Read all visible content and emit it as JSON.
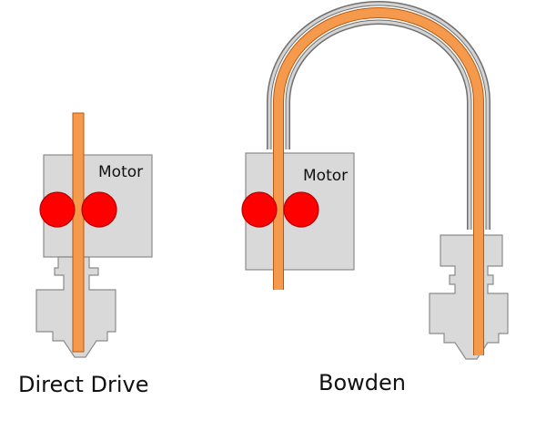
{
  "colors": {
    "filament": "#f59a4c",
    "filament_outline": "#b85a10",
    "drive_gear": "#ff0000",
    "drive_gear_outline": "#b80000",
    "housing": "#d9d9d9",
    "housing_outline": "#8c8c8c",
    "tube": "#cfcfcf",
    "tube_outline": "#6f6f6f"
  },
  "direct_drive": {
    "motor_label": "Motor",
    "caption": "Direct Drive"
  },
  "bowden": {
    "motor_label": "Motor",
    "caption": "Bowden"
  }
}
